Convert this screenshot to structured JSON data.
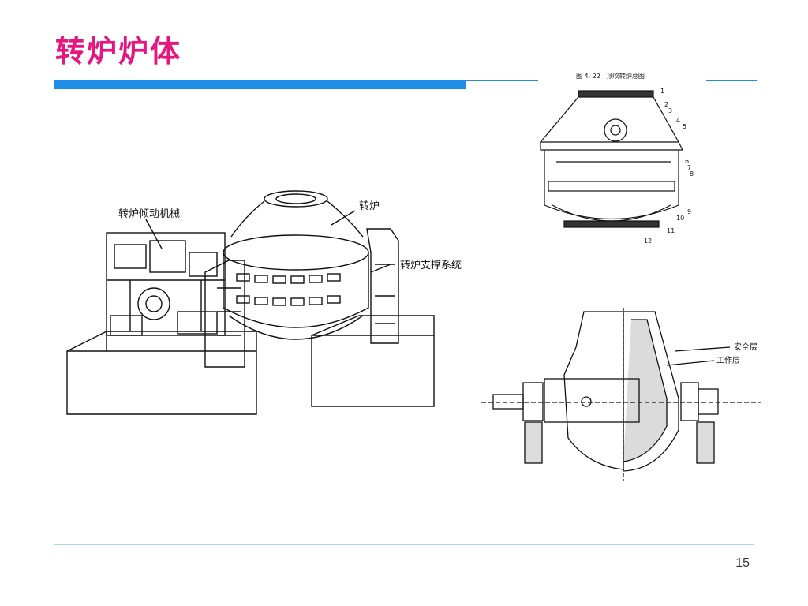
{
  "slide": {
    "title": "转炉炉体",
    "page_number": "15"
  },
  "left_figure": {
    "labels": {
      "tilting_mechanism": "转炉倾动机械",
      "converter": "转炉",
      "support_system": "转炉支撑系统"
    }
  },
  "top_right_figure": {
    "caption": "图 4. 22　顶吹转炉总图",
    "numbers": [
      "1",
      "2",
      "3",
      "4",
      "5",
      "6",
      "7",
      "8",
      "9",
      "10",
      "11",
      "12"
    ]
  },
  "bottom_right_figure": {
    "labels": {
      "safety_layer": "安全层",
      "working_layer": "工作层"
    }
  },
  "colors": {
    "title": "#e6167f",
    "accent_bar": "#1e8ee6"
  }
}
